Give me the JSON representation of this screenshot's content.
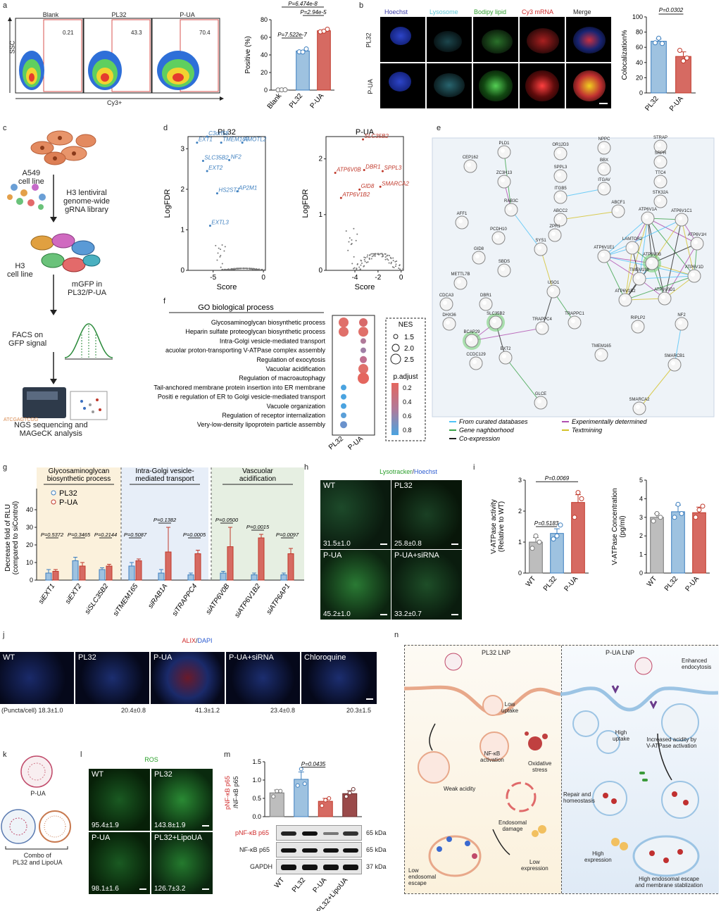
{
  "panels": {
    "a": "a",
    "b": "b",
    "c": "c",
    "d": "d",
    "e": "e",
    "f": "f",
    "g": "g",
    "h": "h",
    "i": "i",
    "j": "j",
    "k": "k",
    "l": "l",
    "m": "m",
    "n": "n"
  },
  "colors": {
    "blank": "#bdbdbd",
    "pl32": "#9ec2e0",
    "pua": "#d66a62",
    "pl32_dark": "#3d7fbf",
    "pua_dark": "#c0392b",
    "maroon": "#8b3a3a"
  },
  "flow": {
    "ylabel": "SSC",
    "xlabel": "Cy3+",
    "plots": [
      {
        "title": "Blank",
        "pct": "0.21"
      },
      {
        "title": "PL32",
        "pct": "43.3"
      },
      {
        "title": "P-UA",
        "pct": "70.4"
      }
    ]
  },
  "b_channels": [
    "Hoechst",
    "Lysosome",
    "Bodipy lipid",
    "Cy3 mRNA",
    "Merge"
  ],
  "b_rows": [
    "PL32",
    "P-UA"
  ],
  "c": {
    "a549": "A549\ncell line",
    "library": "H3 lentiviral\ngenome-wide\ngRNA library",
    "h3": "H3\ncell line",
    "mgfp": "mGFP in\nPL32/P-UA",
    "facs": "FACS on\nGFP signal",
    "ngs": "NGS sequencing and\nMAGeCK analysis"
  },
  "d": {
    "pl32_title": "PL32",
    "pua_title": "P-UA",
    "ylabel": "LogFDR",
    "xlabel": "Score",
    "pl32_genes": [
      "EXT1",
      "C3orf58",
      "TMEM165",
      "AMOTL2",
      "SLC35B2",
      "NF2",
      "EXT2",
      "HS2ST1",
      "AP2M1",
      "EXTL3"
    ],
    "pua_genes": [
      "SLC35B2",
      "ATP6V0B",
      "DBR1",
      "SPPL3",
      "GID8",
      "ATP6V1B2",
      "SMARCA2"
    ]
  },
  "e": {
    "legend": [
      {
        "label": "From curated databases",
        "color": "#4fc3f7"
      },
      {
        "label": "Experimentally determined",
        "color": "#b04fb0"
      },
      {
        "label": "Gene naghborhood",
        "color": "#3ca34a"
      },
      {
        "label": "Textmining",
        "color": "#d4c22a"
      },
      {
        "label": "Co-expression",
        "color": "#222222"
      }
    ],
    "nodes": [
      "PLD1",
      "OR12D3",
      "NPPC",
      "STRAP",
      "CEP162",
      "SPPL3",
      "BBX",
      "SRPR",
      "ZC3H13",
      "ITGB5",
      "ITGAV",
      "TTC4",
      "RAB3C",
      "STK32A",
      "ABCC2",
      "ABCF1",
      "AFF1",
      "ATP6V1A",
      "ATP6V1C1",
      "PCDH10",
      "ZPR1",
      "ATP6V0B",
      "ATP6V1H",
      "GID8",
      "SYS1",
      "LAMTOR2",
      "SBDS",
      "ATP6V1E1",
      "TMEM199",
      "ATP6V1D",
      "METTL7B",
      "USO1",
      "ATP6V1B2",
      "ATP6V0D1",
      "CDCA3",
      "DBR1",
      "SLC35B2",
      "DHX36",
      "BCAP29",
      "TRAPPC4",
      "TRAPPC1",
      "RIPLP2",
      "NF2",
      "TMEM165",
      "CCDC129",
      "EXT2",
      "SMARCB1",
      "GLCE",
      "SMARCA2"
    ]
  },
  "f": {
    "title": "GO biological process",
    "terms": [
      "Glycosaminoglycan biosynthetic process",
      "Heparin sulfate proteoglycan biosynthetic process",
      "Intra-Golgi vesicle-mediated transport",
      "acuolar proton-transporting V-ATPase complex assembly",
      "Regulation of exocytosis",
      "Vacuolar acidification",
      "Regulation of macroautophagy",
      "Tail-anchored membrane protein insertion into ER membrane",
      "Positi  e regulation of ER to Golgi vesicle-mediated transport",
      "Vacuole organization",
      "Regulation of receptor internalization",
      "Very-low-density lipoprotein particle assembly"
    ],
    "columns": [
      "PL32",
      "P-UA"
    ],
    "legend_nes_title": "NES",
    "nes_values": [
      "1.5",
      "2.0",
      "2.5"
    ],
    "legend_padj_title": "p.adjust",
    "padj_ticks": [
      "0.2",
      "0.4",
      "0.6",
      "0.8"
    ]
  },
  "g": {
    "ylabel": "Decrease fold of RLU\n(compared to siControl)",
    "legend": [
      "PL32",
      "P-UA"
    ],
    "groups": [
      {
        "title": "Glycosaminoglycan\nbiosynthetic process"
      },
      {
        "title": "Intra-Golgi vesicle-\nmediated transport"
      },
      {
        "title": "Vascuolar\nacidification"
      }
    ]
  },
  "h": {
    "title_a": "Lysotracker",
    "title_sep": "/",
    "title_b": "Hoechst",
    "tiles": [
      {
        "label": "WT",
        "value": "31.5±1.0"
      },
      {
        "label": "PL32",
        "value": "25.8±0.8"
      },
      {
        "label": "P-UA",
        "value": "45.2±1.0"
      },
      {
        "label": "P-UA+siRNA",
        "value": "33.2±0.7"
      }
    ]
  },
  "j": {
    "title_a": "ALIX",
    "title_sep": "/",
    "title_b": "DAPI",
    "prefix": "(Puncta/cell)",
    "tiles": [
      {
        "label": "WT",
        "value": "18.3±1.0"
      },
      {
        "label": "PL32",
        "value": "20.4±0.8"
      },
      {
        "label": "P-UA",
        "value": "41.3±1.2"
      },
      {
        "label": "P-UA+siRNA",
        "value": "23.4±0.8"
      },
      {
        "label": "Chloroquine",
        "value": "20.3±1.5"
      }
    ]
  },
  "k": {
    "top_label": "P-UA",
    "bottom_label": "Combo of\nPL32 and LipoUA"
  },
  "l": {
    "title": "ROS",
    "tiles": [
      {
        "label": "WT",
        "value": "95.4±1.9"
      },
      {
        "label": "PL32",
        "value": "143.8±1.9"
      },
      {
        "label": "P-UA",
        "value": "98.1±1.6"
      },
      {
        "label": "PL32+LipoUA",
        "value": "126.7±3.2"
      }
    ]
  },
  "m": {
    "ylabel_a": "pNF-κB p65",
    "ylabel_b": "/NF-κB p65",
    "blots": [
      {
        "name": "pNF-κB p65",
        "kda": "65 kDa"
      },
      {
        "name": "NF-κB p65",
        "kda": "65 kDa"
      },
      {
        "name": "GAPDH",
        "kda": "37 kDa"
      }
    ]
  },
  "n": {
    "left_title": "PL32 LNP",
    "right_title": "P-UA LNP",
    "labels": {
      "low_uptake": "Low\nuptake",
      "nfkb": "NF-κB\nactivation",
      "oxidative": "Oxidative\nstress",
      "weak": "Weak acidity",
      "endo_damage": "Endosomal\ndamage",
      "low_escape": "Low\nendosomal\nescape",
      "low_expr": "Low\nexpression",
      "enhanced": "Enhanced\nendocytosis",
      "high_uptake": "High\nuptake",
      "increased": "Increased acidity by\nV-ATPase activation",
      "repair": "Repair and\nhomeostasis",
      "high_expr": "High\nexpression",
      "high_escape": "High endosomal escape\nand membrane stablization"
    }
  },
  "chart_data": [
    {
      "id": "a-bar",
      "type": "bar",
      "categories": [
        "Blank",
        "PL32",
        "P-UA"
      ],
      "values": [
        0.3,
        44.5,
        67.5
      ],
      "ylabel": "Positive (%)",
      "ylim": [
        0,
        80
      ],
      "yticks": [
        0,
        20,
        40,
        60,
        80
      ],
      "points": [
        [
          0.2,
          0.3,
          0.4
        ],
        [
          43.5,
          43.3,
          46.8
        ],
        [
          66.3,
          67.0,
          69.2
        ]
      ],
      "annotations": [
        "P=7.522e-7",
        "P=2.94e-5",
        "P=6.474e-8"
      ]
    },
    {
      "id": "b-bar",
      "type": "bar",
      "categories": [
        "PL32",
        "P-UA"
      ],
      "values": [
        68,
        48
      ],
      "errors": [
        3,
        6
      ],
      "ylabel": "Colocalization%",
      "ylim": [
        0,
        100
      ],
      "yticks": [
        0,
        20,
        40,
        60,
        80,
        100
      ],
      "points": [
        [
          66,
          72,
          65
        ],
        [
          56,
          42,
          46
        ]
      ],
      "annotations": [
        "P=0.0302"
      ]
    },
    {
      "id": "d-pl32",
      "type": "scatter",
      "xlim": [
        -7.5,
        0.2
      ],
      "ylim": [
        0,
        3.3
      ],
      "xticks": [
        -5,
        0
      ],
      "yticks": [
        0,
        1,
        2,
        3
      ],
      "xlabel": "Score",
      "ylabel": "LogFDR"
    },
    {
      "id": "d-pua",
      "type": "scatter",
      "xlim": [
        -6.5,
        0.2
      ],
      "ylim": [
        0,
        2.4
      ],
      "xticks": [
        -4,
        -2,
        0
      ],
      "yticks": [
        0,
        1,
        2
      ],
      "xlabel": "Score",
      "ylabel": "LogFDR"
    },
    {
      "id": "g-bar",
      "type": "bar",
      "categories": [
        "siEXT1",
        "siEXT2",
        "siSLC35B2",
        "siTMEM165",
        "siRAB1A",
        "siTRAPPC4",
        "siATP6V0B",
        "siATP6V1B2",
        "siATP6AP1"
      ],
      "series": [
        {
          "name": "PL32",
          "values": [
            4,
            11,
            6,
            8,
            4,
            3,
            4,
            3,
            3
          ],
          "errors": [
            2,
            2,
            1,
            2,
            2,
            1,
            1,
            1,
            1
          ]
        },
        {
          "name": "P-UA",
          "values": [
            5,
            8,
            8,
            11,
            16,
            15,
            19,
            24,
            15
          ],
          "errors": [
            1,
            2,
            1,
            1,
            14,
            2,
            11,
            2,
            3
          ]
        }
      ],
      "ylim": [
        0,
        40
      ],
      "yticks": [
        0,
        10,
        20,
        30,
        40
      ],
      "annotations": [
        "P=0.5372",
        "P=0.3465",
        "P=0.2144",
        "P=0.5087",
        "P=0.1382",
        "P=0.0005",
        "P=0.0500",
        "P=0.0015",
        "P=0.0097"
      ]
    },
    {
      "id": "i-activity",
      "type": "bar",
      "categories": [
        "WT",
        "PL32",
        "P-UA"
      ],
      "values": [
        1.0,
        1.28,
        2.28
      ],
      "errors": [
        0.15,
        0.15,
        0.25
      ],
      "ylabel": "V-ATPase activity\n(Relative to WT)",
      "ylim": [
        0,
        3
      ],
      "yticks": [
        0,
        1,
        2,
        3
      ],
      "points": [
        [
          0.8,
          1.2,
          1.0
        ],
        [
          1.1,
          1.2,
          1.55
        ],
        [
          1.8,
          2.6,
          2.4
        ]
      ],
      "annotations": [
        "P=0.5183",
        "P=0.0069"
      ]
    },
    {
      "id": "i-conc",
      "type": "bar",
      "categories": [
        "WT",
        "PL32",
        "P-UA"
      ],
      "values": [
        3.0,
        3.3,
        3.25
      ],
      "errors": [
        0.2,
        0.35,
        0.3
      ],
      "ylabel": "V-ATPase Concentration\n(pg/ml)",
      "ylim": [
        0,
        5
      ],
      "yticks": [
        0,
        1,
        2,
        3,
        4,
        5
      ],
      "points": [
        [
          2.8,
          3.2,
          3.0
        ],
        [
          3.0,
          3.7,
          3.2
        ],
        [
          3.0,
          3.4,
          3.6
        ]
      ],
      "annotations": []
    },
    {
      "id": "m-bar",
      "type": "bar",
      "categories": [
        "WT",
        "PL32",
        "P-UA",
        "PL32+LipoUA"
      ],
      "values": [
        0.65,
        1.02,
        0.42,
        0.63
      ],
      "errors": [
        0.08,
        0.2,
        0.08,
        0.08
      ],
      "ylim": [
        0,
        1.5
      ],
      "yticks": [
        0.0,
        0.5,
        1.0,
        1.5
      ],
      "points": [
        [
          0.55,
          0.7,
          0.7
        ],
        [
          0.85,
          1.3,
          0.9
        ],
        [
          0.3,
          0.45,
          0.5
        ],
        [
          0.55,
          0.65,
          0.75
        ]
      ],
      "annotations": [
        "P=0.0435"
      ]
    }
  ]
}
